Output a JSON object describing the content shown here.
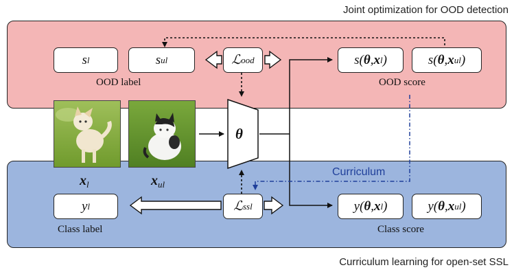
{
  "captions": {
    "top": "Joint optimization for OOD detection",
    "bottom": "Curriculum learning for open-set SSL"
  },
  "colors": {
    "top_panel": "#f4b6b6",
    "bottom_panel": "#9cb5de",
    "curriculum_line": "#1f3f9a"
  },
  "ood_panel": {
    "s_l": {
      "base": "s",
      "sub": "l"
    },
    "s_ul": {
      "base": "s",
      "sub": "ul"
    },
    "loss": {
      "base": "ℒ",
      "sub": "ood"
    },
    "score_l": {
      "base": "s(",
      "theta": "θ",
      "x": "x",
      "sub": "l",
      "close": ")"
    },
    "score_ul": {
      "base": "s(",
      "theta": "θ",
      "x": "x",
      "sub": "ul",
      "close": ")"
    },
    "label_caption": "OOD label",
    "score_caption": "OOD score"
  },
  "ssl_panel": {
    "y_l": {
      "base": "y",
      "sub": "l"
    },
    "loss": {
      "base": "ℒ",
      "sub": "ssl"
    },
    "score_l": {
      "base": "y(",
      "theta": "θ",
      "x": "x",
      "sub": "l",
      "close": ")"
    },
    "score_ul": {
      "base": "y(",
      "theta": "θ",
      "x": "x",
      "sub": "ul",
      "close": ")"
    },
    "label_caption": "Class label",
    "score_caption": "Class score"
  },
  "model": {
    "symbol": "θ"
  },
  "images": {
    "labeled": {
      "base": "x",
      "sub": "l",
      "subject": "dog-photo"
    },
    "unlabeled": {
      "base": "x",
      "sub": "ul",
      "subject": "cat-photo"
    }
  },
  "curriculum_label": "Curriculum"
}
